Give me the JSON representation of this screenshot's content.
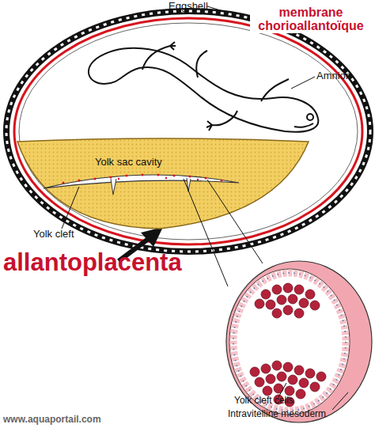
{
  "diagram": {
    "nodes": [
      {
        "text": [
          "Yolk sac cavity"
        ]
      }
    ],
    "labels": [
      "Eggshell",
      "membrane chorioallantoïque",
      "Amnion",
      "Yolk cleft",
      "allantoplacenta",
      "Yolk cleft cells",
      "Intravitelline mesoderm",
      "www.aquaportail.com"
    ]
  }
}
